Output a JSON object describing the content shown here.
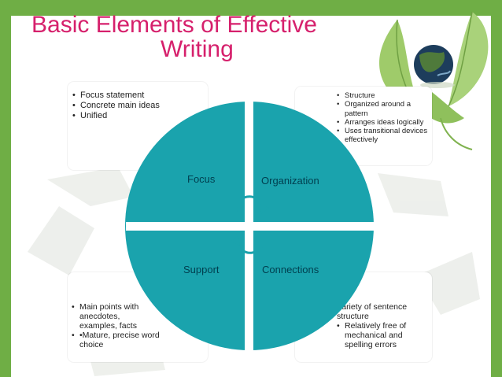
{
  "title": {
    "line1": "Basic Elements of Effective",
    "line2": "Writing"
  },
  "quadrants": {
    "focus": "Focus",
    "organization": "Organization",
    "support": "Support",
    "connections": "Connections"
  },
  "cards": {
    "focus": {
      "items": [
        "Focus statement",
        "Concrete main ideas",
        "Unified"
      ]
    },
    "organization": {
      "items": [
        "Structure",
        "Organized around a pattern",
        "Arranges ideas logically",
        "Uses transitional devices effectively"
      ]
    },
    "support": {
      "items": [
        "Main points with anecdotes, examples, facts",
        "•Mature, precise word choice"
      ]
    },
    "connections": {
      "lead": "Variety of sentence structure",
      "items": [
        "Relatively free of mechanical and spelling errors"
      ]
    }
  },
  "bullet_char": "•",
  "colors": {
    "title": "#d6206c",
    "wheel": "#1aa3ad",
    "green_band": "#6fae45",
    "label": "#003f4f"
  }
}
